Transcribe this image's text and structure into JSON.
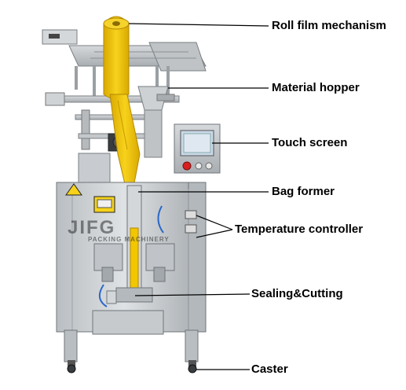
{
  "labels": {
    "roll_film": "Roll film mechanism",
    "hopper": "Material hopper",
    "touch_screen": "Touch screen",
    "bag_former": "Bag former",
    "temp_controller": "Temperature controller",
    "sealing": "Sealing&Cutting",
    "caster": "Caster"
  },
  "watermark": {
    "brand": "JIFG",
    "subtitle": "PACKING MACHINERY"
  },
  "colors": {
    "steel_light": "#cfd3d6",
    "steel_mid": "#a9aeb2",
    "steel_dark": "#6f757a",
    "film_yellow": "#f2c600",
    "screen_blue": "#c9d9e8",
    "warning_yellow": "#f6d21a",
    "stop_red": "#d92020",
    "label_text": "#000000"
  }
}
